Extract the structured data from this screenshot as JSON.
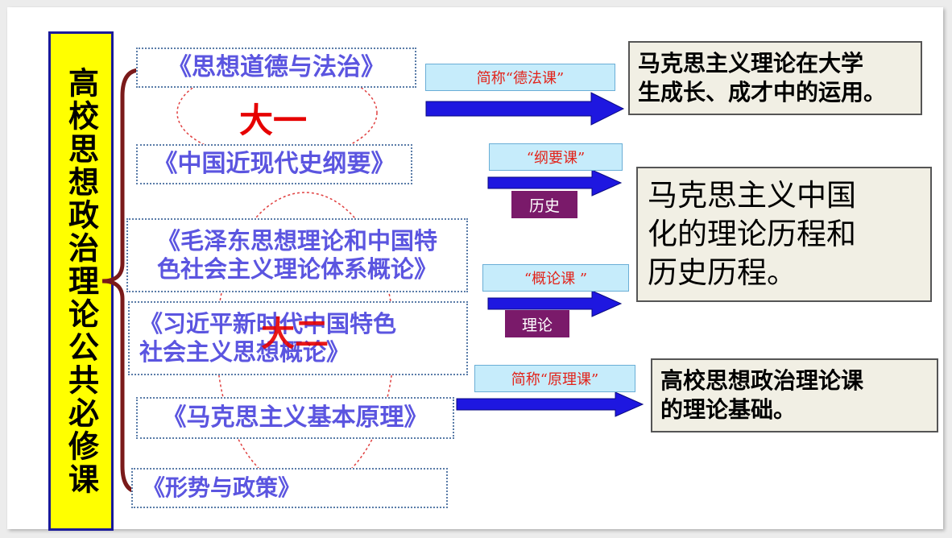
{
  "vertical_title": "高校思想政治理论公共必修课",
  "courses": [
    "《思想道德与法治》",
    "《中国近现代史纲要》",
    "《毛泽东思想理论和中国特色社会主义理论体系概论》",
    "《习近平新时代中国特色社会主义思想概论》",
    "《马克思主义基本原理》",
    "《形势与政策》"
  ],
  "course_lines": {
    "maozedong": [
      "《毛泽东思想理论和中国特",
      "色社会主义理论体系概论》"
    ],
    "xijinping": [
      "《习近平新时代中国特色",
      "社会主义思想概论》"
    ]
  },
  "grades": {
    "first": "大一",
    "second": "大二"
  },
  "nicknames": {
    "fa": "简称“德法课”",
    "gangyao": "“纲要课”",
    "gailun": "“概论课 ”",
    "yuanli": "简称“原理课”"
  },
  "tags": {
    "history": "历史",
    "theory": "理论"
  },
  "descriptions": {
    "fa": [
      "马克思主义理论在大学",
      "生成长、成才中的运用。"
    ],
    "middle": [
      "马克思主义中国",
      "化的理论历程和",
      "历史历程。"
    ],
    "yuanli": [
      "高校思想政治理论课",
      "的理论基础。"
    ]
  },
  "colors": {
    "title_bg": "#ffff00",
    "title_border": "#1a1a99",
    "course_text": "#5b55e0",
    "nick_bg": "#c6ecfb",
    "nick_text": "#e2231a",
    "tag_bg": "#7a1a6a",
    "arrow": "#1e17e0",
    "brace": "#7a1a1a",
    "grade_text": "#e60000",
    "desc_bg": "#f1efe4"
  }
}
